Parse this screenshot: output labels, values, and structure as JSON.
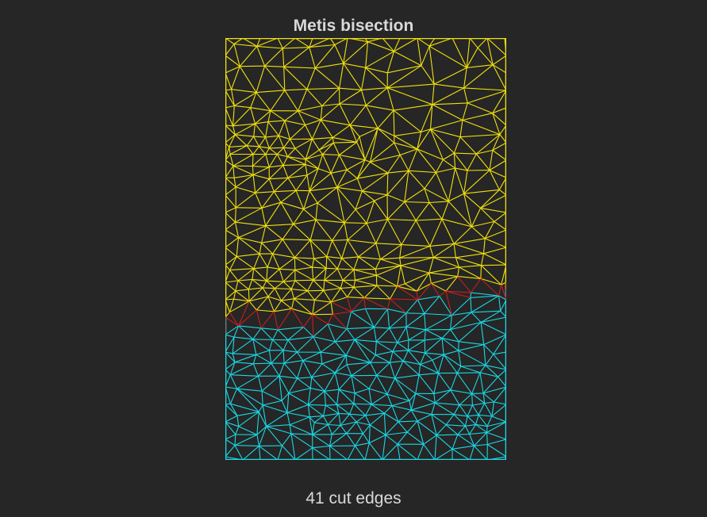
{
  "title": "Metis bisection",
  "caption": "41 cut edges",
  "colors": {
    "background": "#262626",
    "text": "#d9d9d9",
    "partition_a": "#f2e20c",
    "partition_b": "#19d9e6",
    "cut_edges": "#c81e1e"
  },
  "cut_edge_count": 41
}
